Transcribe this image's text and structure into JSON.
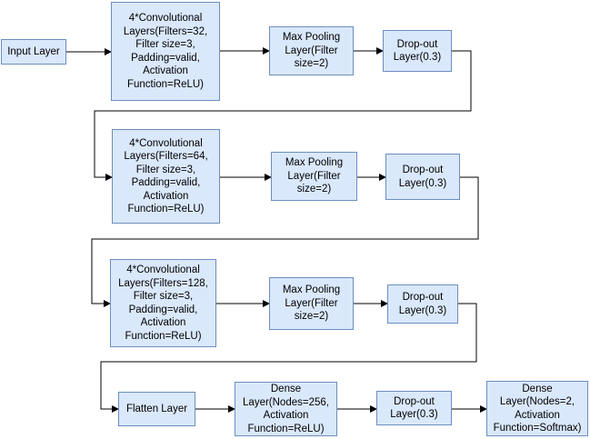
{
  "nodes": {
    "input": "Input Layer",
    "conv1": "4*Convolutional\nLayers(Filters=32,\nFilter size=3,\nPadding=valid,\nActivation\nFunction=ReLU)",
    "pool1": "Max Pooling\nLayer(Filter\nsize=2)",
    "drop1": "Drop-out\nLayer(0.3)",
    "conv2": "4*Convolutional\nLayers(Filters=64,\nFilter size=3,\nPadding=valid,\nActivation\nFunction=ReLU)",
    "pool2": "Max Pooling\nLayer(Filter\nsize=2)",
    "drop2": "Drop-out\nLayer(0.3)",
    "conv3": "4*Convolutional\nLayers(Filters=128,\nFilter size=3,\nPadding=valid,\nActivation\nFunction=ReLU)",
    "pool3": "Max Pooling\nLayer(Filter\nsize=2)",
    "drop3": "Drop-out\nLayer(0.3)",
    "flatten": "Flatten Layer",
    "dense1": "Dense\nLayer(Nodes=256,\nActivation\nFunction=ReLU)",
    "drop4": "Drop-out\nLayer(0.3)",
    "dense2": "Dense\nLayer(Nodes=2,\nActivation\nFunction=Softmax)"
  },
  "colors": {
    "node_fill": "#dae8fc",
    "node_border": "#6c8ebf",
    "edge": "#000000"
  }
}
